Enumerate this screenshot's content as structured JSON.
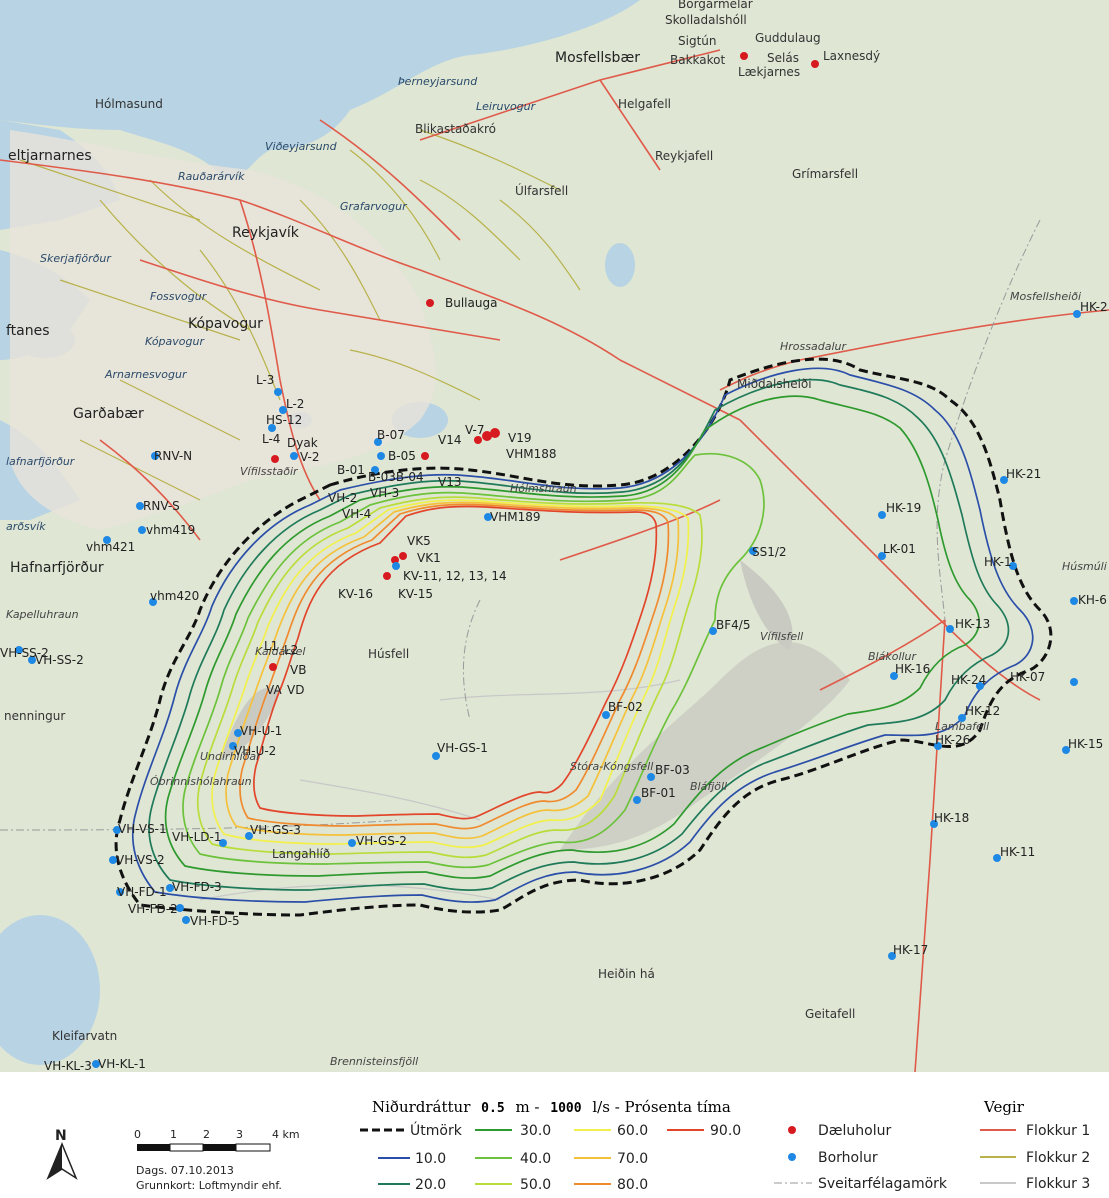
{
  "colors": {
    "land": "#dfe6d4",
    "water": "#b8d3e3",
    "urban": "#e8e3da",
    "pumping_well": "#d71920",
    "borehole": "#1e88e5",
    "road1": "#e05a4a",
    "road2": "#b8b24a",
    "road3": "#c8c8c8",
    "boundary": "#9a9a9a"
  },
  "places": [
    {
      "name": "Borgarmelar"
    },
    {
      "name": "Skolladalshóll"
    },
    {
      "name": "Sigtún"
    },
    {
      "name": "Guddulaug"
    },
    {
      "name": "Mosfellsbær"
    },
    {
      "name": "Selás"
    },
    {
      "name": "Laxnesdý"
    },
    {
      "name": "Bakkakot"
    },
    {
      "name": "Lækjarnes"
    },
    {
      "name": "Hólmasund"
    },
    {
      "name": "Helgafell"
    },
    {
      "name": "Blikastaðakró"
    },
    {
      "name": "eltjarnarnes"
    },
    {
      "name": "Reykjafell"
    },
    {
      "name": "Grímarsfell"
    },
    {
      "name": "Úlfarsfell"
    },
    {
      "name": "Reykjavík"
    },
    {
      "name": "Skerjafjörður"
    },
    {
      "name": "Fossvogur"
    },
    {
      "name": "Kópavogur"
    },
    {
      "name": "ftanes"
    },
    {
      "name": "Arnarnesvogur"
    },
    {
      "name": "Garðabær"
    },
    {
      "name": "lafnarfjörður"
    },
    {
      "name": "Hafnarfjörður"
    },
    {
      "name": "Hrossadalur"
    },
    {
      "name": "Miðdalsheiði"
    },
    {
      "name": "Mosfellsheiði"
    },
    {
      "name": "Húsfell"
    },
    {
      "name": "Húsmúli"
    },
    {
      "name": "Bláfjöll"
    },
    {
      "name": "Blákollur"
    },
    {
      "name": "Lambafell"
    },
    {
      "name": "Vífilsfell"
    },
    {
      "name": "Langahlíð"
    },
    {
      "name": "Stóra-Kóngsfell"
    },
    {
      "name": "Heiðin há"
    },
    {
      "name": "Geitafell"
    },
    {
      "name": "Kleifarvatn"
    },
    {
      "name": "Brennisteinsfjöll"
    },
    {
      "name": "Undirhlíðar"
    },
    {
      "name": "Óbrinnishólahraun"
    },
    {
      "name": "Kaldársel"
    },
    {
      "name": "Hólmshraun"
    },
    {
      "name": "Vífilsstaðir"
    },
    {
      "name": "Kapelluhraun"
    },
    {
      "name": "nenningur"
    }
  ],
  "water_labels": [
    {
      "name": "Þerneyjarsund"
    },
    {
      "name": "Leiruvogur"
    },
    {
      "name": "Viðeyjarsund"
    },
    {
      "name": "Rauðarárvík"
    },
    {
      "name": "Grafarvogur"
    },
    {
      "name": "Kópavogur"
    },
    {
      "name": "arðsvík"
    }
  ],
  "pumping_wells": [
    {
      "name": "Bullauga"
    },
    {
      "name": "V-7"
    },
    {
      "name": "V19"
    },
    {
      "name": "V14"
    },
    {
      "name": "VHM188"
    },
    {
      "name": "V13"
    },
    {
      "name": "VK5"
    },
    {
      "name": "VK1"
    },
    {
      "name": "KV-11, 12, 13, 14"
    },
    {
      "name": "KV-15"
    },
    {
      "name": "Dyak"
    },
    {
      "name": "L1"
    },
    {
      "name": "L2"
    },
    {
      "name": "VB"
    },
    {
      "name": "VA"
    },
    {
      "name": "VD"
    }
  ],
  "boreholes": [
    {
      "name": "HK-2"
    },
    {
      "name": "L-3"
    },
    {
      "name": "L-2"
    },
    {
      "name": "HS-12"
    },
    {
      "name": "L-4"
    },
    {
      "name": "V-2"
    },
    {
      "name": "B-07"
    },
    {
      "name": "B-05"
    },
    {
      "name": "B-01"
    },
    {
      "name": "B-03B-04"
    },
    {
      "name": "VH-2"
    },
    {
      "name": "VH-3"
    },
    {
      "name": "VH-4"
    },
    {
      "name": "RNV-N"
    },
    {
      "name": "RNV-S"
    },
    {
      "name": "vhm419"
    },
    {
      "name": "vhm421"
    },
    {
      "name": "vhm420"
    },
    {
      "name": "VHM189"
    },
    {
      "name": "KV-16"
    },
    {
      "name": "SS1/2"
    },
    {
      "name": "HK-19"
    },
    {
      "name": "LK-01"
    },
    {
      "name": "HK-21"
    },
    {
      "name": "HK-1"
    },
    {
      "name": "KH-6"
    },
    {
      "name": "BF4/5"
    },
    {
      "name": "HK-13"
    },
    {
      "name": "HK-16"
    },
    {
      "name": "HK-24"
    },
    {
      "name": "HK-07"
    },
    {
      "name": "HK-12"
    },
    {
      "name": "HK-26"
    },
    {
      "name": "HK-15"
    },
    {
      "name": "BF-02"
    },
    {
      "name": "BF-03"
    },
    {
      "name": "BF-01"
    },
    {
      "name": "VH-GS-1"
    },
    {
      "name": "VH-U-1"
    },
    {
      "name": "VH-U-2"
    },
    {
      "name": "VH-SS-2"
    },
    {
      "name": "VH-SS-2"
    },
    {
      "name": "VH-VS-1"
    },
    {
      "name": "VH-VS-2"
    },
    {
      "name": "VH-LD-1"
    },
    {
      "name": "VH-GS-3"
    },
    {
      "name": "VH-GS-2"
    },
    {
      "name": "HK-18"
    },
    {
      "name": "HK-11"
    },
    {
      "name": "VH-FD-1"
    },
    {
      "name": "VH-FD-3"
    },
    {
      "name": "VH-FD-2"
    },
    {
      "name": "VH-FD-5"
    },
    {
      "name": "HK-17"
    },
    {
      "name": "VH-KL-3"
    },
    {
      "name": "VH-KL-1"
    }
  ],
  "legend": {
    "title_main": "Niðurdráttur",
    "title_value": "0.5",
    "title_m": "m -",
    "title_flow": "1000",
    "title_rest": "l/s - Prósenta tíma",
    "outline_label": "Útmörk",
    "contours": [
      {
        "value": "10.0",
        "color": "#2b4fa8"
      },
      {
        "value": "20.0",
        "color": "#1f7a5a"
      },
      {
        "value": "30.0",
        "color": "#2e9a2e"
      },
      {
        "value": "40.0",
        "color": "#6cc23a"
      },
      {
        "value": "50.0",
        "color": "#b8dd3a"
      },
      {
        "value": "60.0",
        "color": "#f2f04a"
      },
      {
        "value": "70.0",
        "color": "#f5c13a"
      },
      {
        "value": "80.0",
        "color": "#f08a2e"
      },
      {
        "value": "90.0",
        "color": "#e2452a"
      }
    ],
    "pumping_label": "Dæluholur",
    "borehole_label": "Borholur",
    "municipal_label": "Sveitarfélagamörk",
    "roads_title": "Vegir",
    "road_labels": [
      "Flokkur 1",
      "Flokkur 2",
      "Flokkur 3"
    ],
    "scale_ticks": [
      "0",
      "1",
      "2",
      "3",
      "4 km"
    ],
    "north": "N",
    "date_line": "Dags. 07.10.2013",
    "basemap_line": "Grunnkort: Loftmyndir ehf."
  }
}
